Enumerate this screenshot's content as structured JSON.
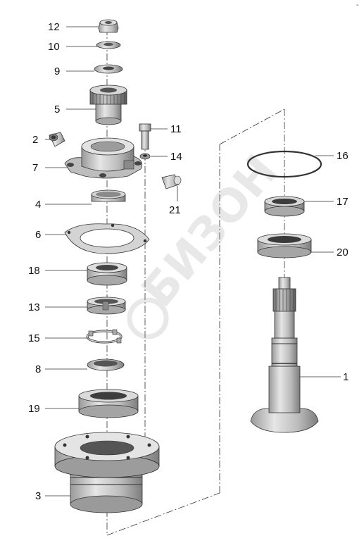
{
  "diagram": {
    "type": "exploded-parts-view",
    "callouts": [
      {
        "id": "12",
        "label": "12"
      },
      {
        "id": "10",
        "label": "10"
      },
      {
        "id": "9",
        "label": "9"
      },
      {
        "id": "5",
        "label": "5"
      },
      {
        "id": "2",
        "label": "2"
      },
      {
        "id": "7",
        "label": "7"
      },
      {
        "id": "4",
        "label": "4"
      },
      {
        "id": "6",
        "label": "6"
      },
      {
        "id": "18",
        "label": "18"
      },
      {
        "id": "13",
        "label": "13"
      },
      {
        "id": "15",
        "label": "15"
      },
      {
        "id": "8",
        "label": "8"
      },
      {
        "id": "19",
        "label": "19"
      },
      {
        "id": "3",
        "label": "3"
      },
      {
        "id": "11",
        "label": "11"
      },
      {
        "id": "14",
        "label": "14"
      },
      {
        "id": "21",
        "label": "21"
      },
      {
        "id": "16",
        "label": "16"
      },
      {
        "id": "17",
        "label": "17"
      },
      {
        "id": "20",
        "label": "20"
      },
      {
        "id": "1",
        "label": "1"
      }
    ],
    "watermark": "БИЗОН",
    "corner_mark": "-"
  }
}
